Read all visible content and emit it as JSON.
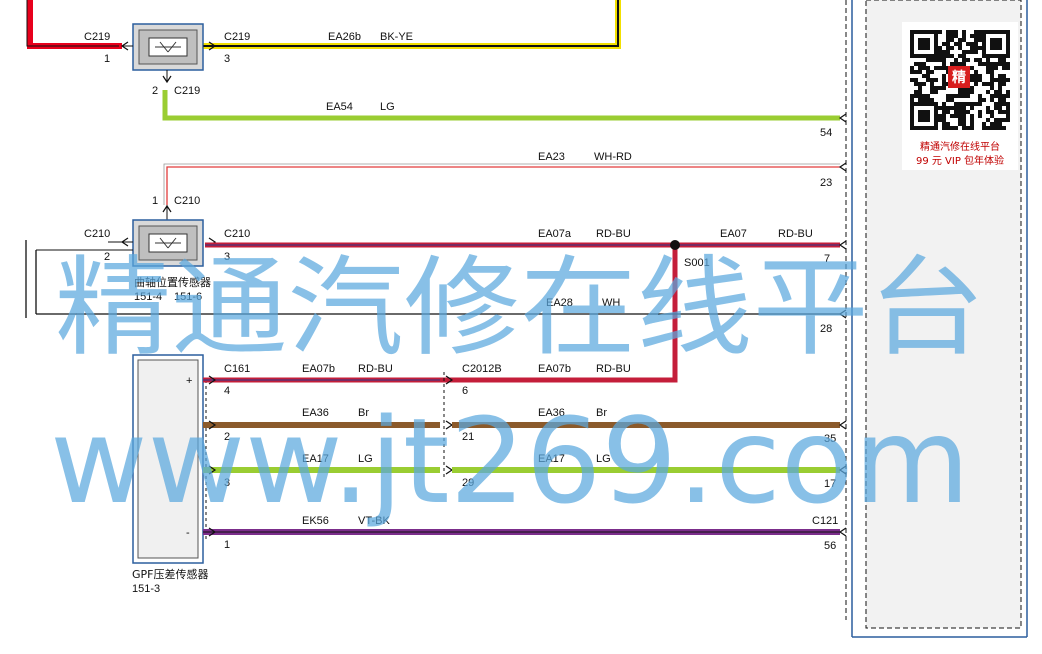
{
  "colors": {
    "red": "#e8001c",
    "red_bu": "#c41e3a",
    "black": "#111111",
    "yellow": "#f2e000",
    "green": "#9acd32",
    "brown": "#8b5a2b",
    "violet": "#7b2d8b",
    "white_red": "#e23b3b",
    "blue_frame": "#2c5f9e",
    "watermark": "#5aa7de"
  },
  "connectors": {
    "c219_left": "C219",
    "c219_right": "C219",
    "c219_bottom": "C219",
    "c210_top": "C210",
    "c210_left": "C210",
    "c210_right": "C210",
    "c161": "C161",
    "c2012b": "C2012B",
    "c121": "C121",
    "splice": "S001"
  },
  "pins": {
    "c219_1": "1",
    "c219_3": "3",
    "c219_2": "2",
    "c210_1": "1",
    "c210_2": "2",
    "c210_3": "3",
    "ecu_54": "54",
    "ecu_23": "23",
    "ecu_7": "7",
    "ecu_28": "28",
    "ecu_35": "35",
    "ecu_17": "17",
    "ecu_56": "56",
    "gpf_4": "4",
    "gpf_2": "2",
    "gpf_3": "3",
    "gpf_1": "1",
    "c2012b_6": "6",
    "c2012b_21": "21",
    "c2012b_29": "29",
    "gpf_plus": "+",
    "gpf_minus": "-"
  },
  "wires": {
    "ea26b_code": "EA26b",
    "ea26b_color": "BK-YE",
    "ea54_code": "EA54",
    "ea54_color": "LG",
    "ea23_code": "EA23",
    "ea23_color": "WH-RD",
    "ea07a_code": "EA07a",
    "ea07a_color": "RD-BU",
    "ea07_code": "EA07",
    "ea07_color": "RD-BU",
    "ea28_code": "EA28",
    "ea28_color": "WH",
    "ea07b_l_code": "EA07b",
    "ea07b_l_color": "RD-BU",
    "ea07b_r_code": "EA07b",
    "ea07b_r_color": "RD-BU",
    "ea36_l_code": "EA36",
    "ea36_l_color": "Br",
    "ea36_r_code": "EA36",
    "ea36_r_color": "Br",
    "ea17_l_code": "EA17",
    "ea17_l_color": "LG",
    "ea17_r_code": "EA17",
    "ea17_r_color": "LG",
    "ek56_code": "EK56",
    "ek56_color": "VT-BK"
  },
  "components": {
    "crank_name": "曲轴位置传感器",
    "crank_ref_a": "151-4",
    "crank_ref_b": "151-6",
    "gpf_name": "GPF压差传感器",
    "gpf_ref": "151-3"
  },
  "qr": {
    "badge": "精",
    "caption_1": "精通汽修在线平台",
    "caption_2": "99 元 VIP 包年体验"
  },
  "watermark": {
    "line1": "精通汽修在线平台",
    "line2": "www.jt269.com"
  }
}
